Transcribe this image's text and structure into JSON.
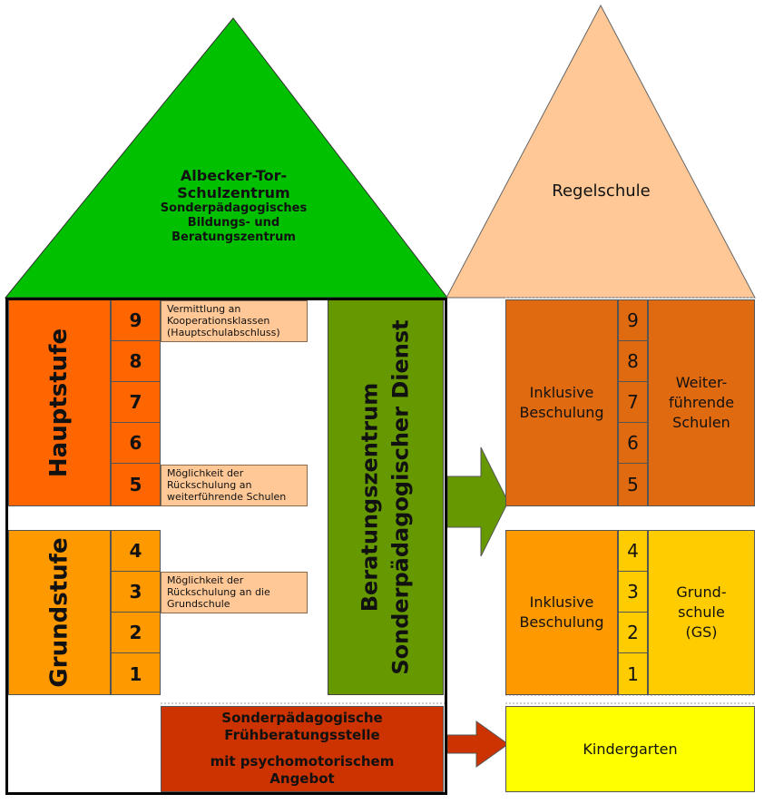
{
  "left_house": {
    "roof": {
      "title_line1": "Albecker-Tor-",
      "title_line2": "Schulzentrum",
      "sub_line1": "Sonderpädagogisches",
      "sub_line2": "Bildungs- und",
      "sub_line3": "Beratungszentrum",
      "color": "#00c000"
    },
    "hauptstufe": {
      "label": "Hauptstufe",
      "color": "#ff6600",
      "grades": [
        "9",
        "8",
        "7",
        "6",
        "5"
      ]
    },
    "grundstufe": {
      "label": "Grundstufe",
      "color": "#ff9900",
      "grades": [
        "4",
        "3",
        "2",
        "1"
      ]
    },
    "notes": {
      "n9": [
        "Vermittlung an",
        "Kooperationsklassen",
        "(Hauptschulabschluss)"
      ],
      "n5": [
        "Möglichkeit der",
        "Rückschulung an",
        "weiterführende Schulen"
      ],
      "n3": [
        "Möglichkeit der",
        "Rückschulung an die",
        "Grundschule"
      ]
    },
    "beratung": {
      "line1": "Beratungszentrum",
      "line2": "Sonderpädagogischer Dienst",
      "color": "#669900"
    },
    "frueh": {
      "line1": "Sonderpädagogische",
      "line2": "Frühberatungsstelle",
      "line3": "mit psychomotorischem",
      "line4": "Angebot",
      "color": "#cc3300"
    }
  },
  "right_house": {
    "roof": {
      "title": "Regelschule",
      "color": "#ffc896"
    },
    "upper": {
      "inklusive_line1": "Inklusive",
      "inklusive_line2": "Beschulung",
      "grades": [
        "9",
        "8",
        "7",
        "6",
        "5"
      ],
      "school_line1": "Weiter-",
      "school_line2": "führende",
      "school_line3": "Schulen",
      "color": "#e06a10"
    },
    "lower": {
      "inklusive_line1": "Inklusive",
      "inklusive_line2": "Beschulung",
      "grades": [
        "4",
        "3",
        "2",
        "1"
      ],
      "school_line1": "Grund-",
      "school_line2": "schule",
      "school_line3": "(GS)",
      "inklusive_color": "#ff9900",
      "color": "#ffcc00"
    },
    "kindergarten": {
      "label": "Kindergarten",
      "color": "#ffff00"
    }
  },
  "arrows": {
    "upper_color": "#669900",
    "lower_color": "#cc3300"
  }
}
